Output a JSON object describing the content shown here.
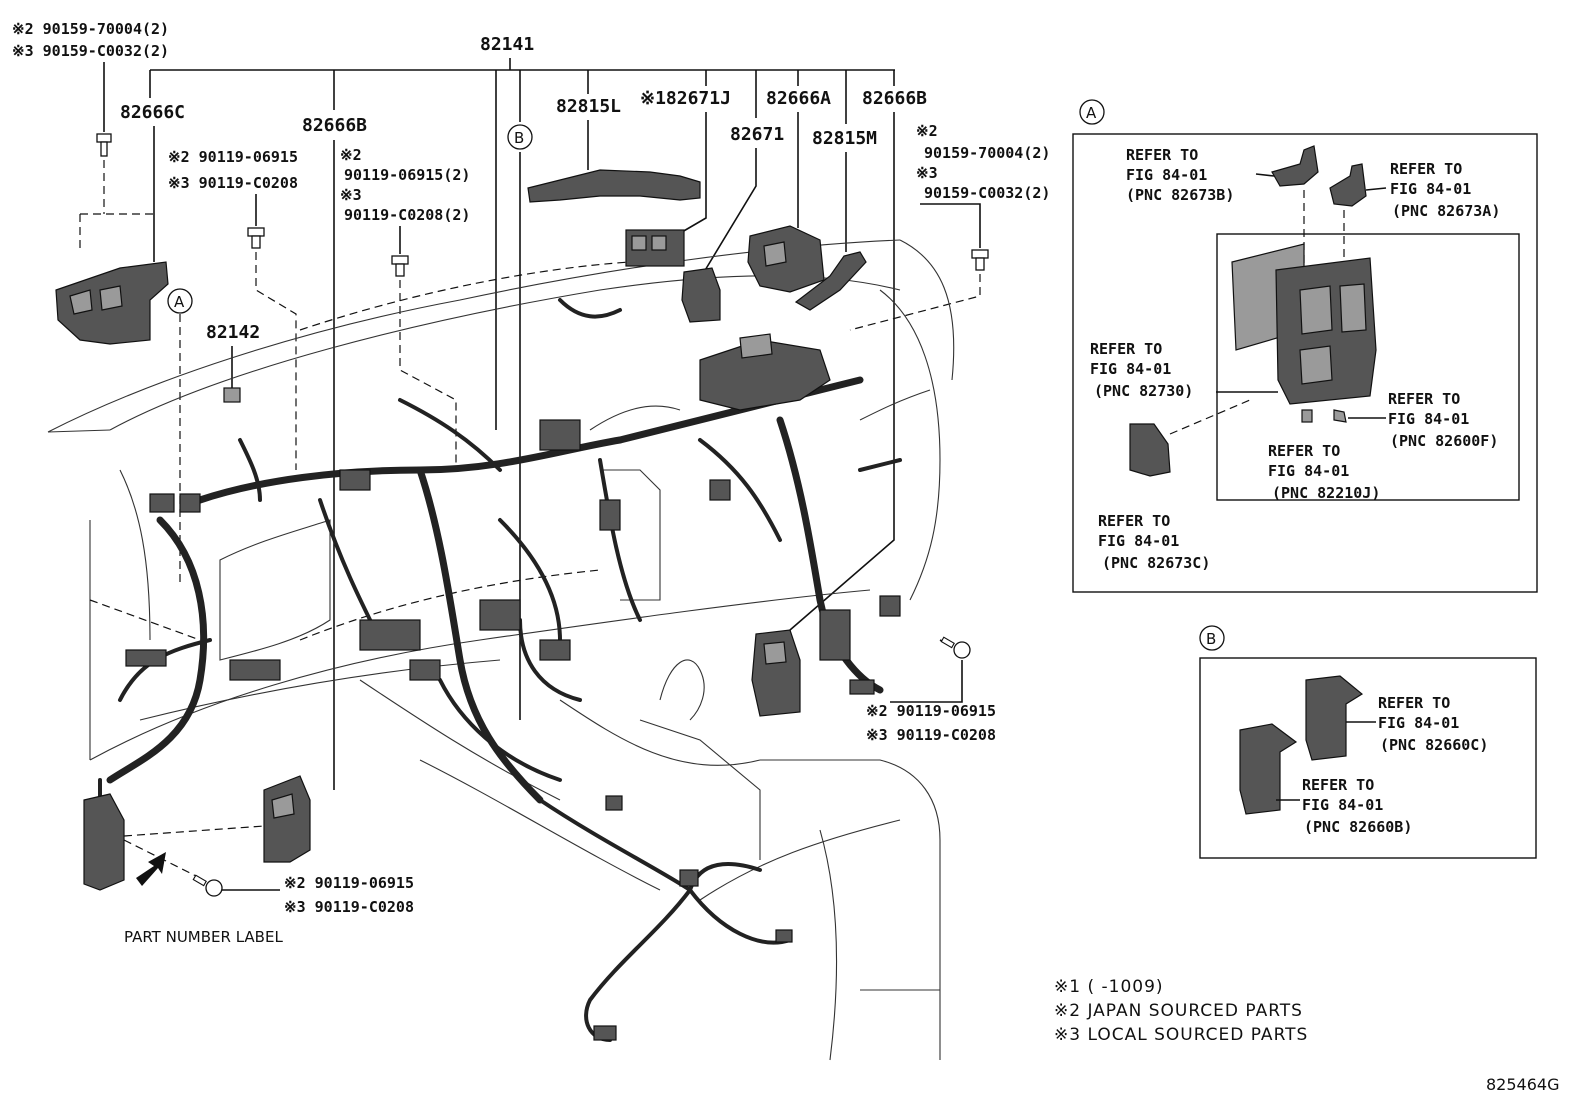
{
  "top_left_notes": {
    "line1": "※2 90159-70004(2)",
    "line2": "※3 90159-C0032(2)"
  },
  "part_numbers": {
    "main_harness": "82141",
    "p82666C": "82666C",
    "p82666B_left": "82666B",
    "p82815L": "82815L",
    "p82671J": "※182671J",
    "p82666A": "82666A",
    "p82666B_right": "82666B",
    "p82671": "82671",
    "p82815M": "82815M",
    "p82142": "82142"
  },
  "bolt_callouts": {
    "b1": [
      "※2 90119-06915",
      "※3 90119-C0208"
    ],
    "b2": [
      "※2",
      "90119-06915(2)",
      "※3",
      "90119-C0208(2)"
    ],
    "b3": [
      "※2",
      "90159-70004(2)",
      "※3",
      "90159-C0032(2)"
    ],
    "b4": [
      "※2 90119-06915",
      "※3 90119-C0208"
    ],
    "b5": [
      "※2 90119-06915",
      "※3 90119-C0208"
    ]
  },
  "circle_markers": {
    "a": "A",
    "b": "B"
  },
  "part_number_label": "PART NUMBER LABEL",
  "inset_a": {
    "marker": "A",
    "refs": [
      [
        "REFER TO",
        "FIG 84-01",
        "(PNC 82673B)"
      ],
      [
        "REFER TO",
        "FIG 84-01",
        "(PNC 82673A)"
      ],
      [
        "REFER TO",
        "FIG 84-01",
        "(PNC 82730)"
      ],
      [
        "REFER TO",
        "FIG 84-01",
        "(PNC 82600F)"
      ],
      [
        "REFER TO",
        "FIG 84-01",
        "(PNC 82210J)"
      ],
      [
        "REFER TO",
        "FIG 84-01",
        "(PNC 82673C)"
      ]
    ]
  },
  "inset_b": {
    "marker": "B",
    "refs": [
      [
        "REFER TO",
        "FIG 84-01",
        "(PNC 82660C)"
      ],
      [
        "REFER TO",
        "FIG 84-01",
        "(PNC 82660B)"
      ]
    ]
  },
  "legend": {
    "l1": "※1 (       -1009)",
    "l2": "※2 JAPAN SOURCED PARTS",
    "l3": "※3 LOCAL SOURCED PARTS"
  },
  "figure_code": "825464G"
}
